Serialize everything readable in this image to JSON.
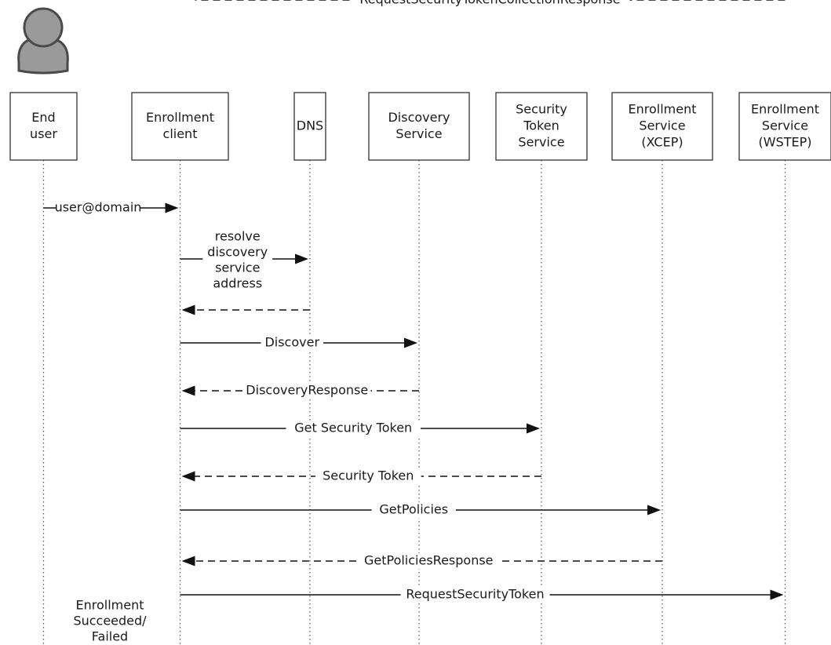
{
  "actor_icon": "user-silhouette-icon",
  "participants": [
    {
      "id": "end-user",
      "lines": [
        "End",
        "user"
      ]
    },
    {
      "id": "enrollment-client",
      "lines": [
        "Enrollment",
        "client"
      ]
    },
    {
      "id": "dns",
      "lines": [
        "DNS"
      ]
    },
    {
      "id": "discovery-service",
      "lines": [
        "Discovery",
        "Service"
      ]
    },
    {
      "id": "security-token-service",
      "lines": [
        "Security",
        "Token",
        "Service"
      ]
    },
    {
      "id": "enrollment-service-xcep",
      "lines": [
        "Enrollment",
        "Service",
        "(XCEP)"
      ]
    },
    {
      "id": "enrollment-service-wstep",
      "lines": [
        "Enrollment",
        "Service",
        "(WSTEP)"
      ]
    }
  ],
  "messages": [
    {
      "lines": [
        "user@domain"
      ],
      "from": 0,
      "to": 1,
      "style": "solid"
    },
    {
      "lines": [
        "resolve",
        "discovery",
        "service",
        "address"
      ],
      "from": 1,
      "to": 2,
      "style": "solid"
    },
    {
      "lines": [],
      "from": 2,
      "to": 1,
      "style": "dashed"
    },
    {
      "lines": [
        "Discover"
      ],
      "from": 1,
      "to": 3,
      "style": "solid"
    },
    {
      "lines": [
        "DiscoveryResponse"
      ],
      "from": 3,
      "to": 1,
      "style": "dashed"
    },
    {
      "lines": [
        "Get Security Token"
      ],
      "from": 1,
      "to": 4,
      "style": "solid"
    },
    {
      "lines": [
        "Security Token"
      ],
      "from": 4,
      "to": 1,
      "style": "dashed"
    },
    {
      "lines": [
        "GetPolicies"
      ],
      "from": 1,
      "to": 5,
      "style": "solid"
    },
    {
      "lines": [
        "GetPoliciesResponse"
      ],
      "from": 5,
      "to": 1,
      "style": "dashed"
    },
    {
      "lines": [
        "RequestSecurityToken"
      ],
      "from": 1,
      "to": 6,
      "style": "solid"
    },
    {
      "lines": [
        "RequestSecurityTokenCollectionResponse"
      ],
      "from": 6,
      "to": 1,
      "style": "dashed"
    }
  ],
  "outcome_note": {
    "lines": [
      "Enrollment",
      "Succeeded/",
      "Failed"
    ]
  }
}
